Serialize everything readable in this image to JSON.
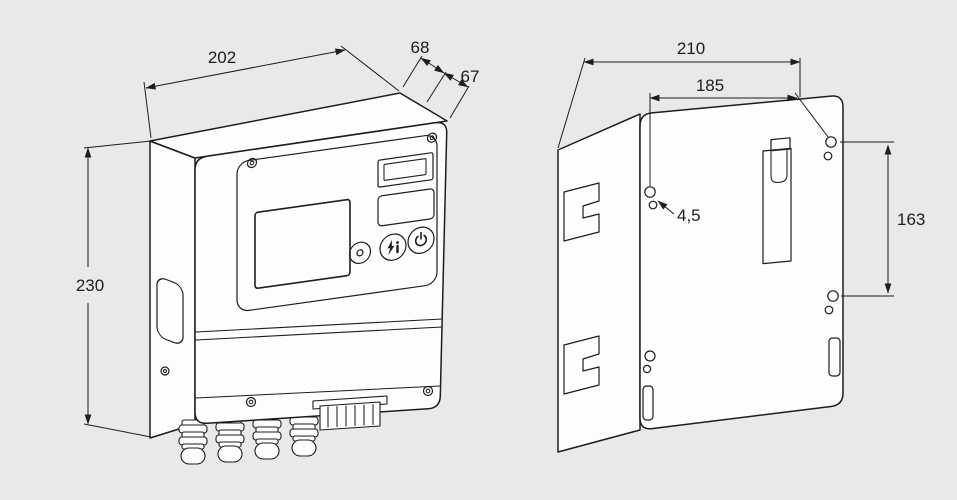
{
  "canvas": {
    "background": "#e9e9e9",
    "stroke_color": "#1d1d1b",
    "face_fill": "#fdfdfd"
  },
  "views": {
    "front": {
      "dims": {
        "width": "202",
        "depth_rear": "68",
        "depth_front": "67",
        "height": "230"
      }
    },
    "back": {
      "dims": {
        "width": "210",
        "hole_spacing_x": "185",
        "hole_spacing_y": "163",
        "hole_diameter": "4,5"
      }
    }
  },
  "icons": {
    "power_button": "power-icon",
    "info_button": "lightning-info-icon",
    "indicator": "indicator-dot-icon",
    "cable_glands": "cable-gland-icon"
  }
}
